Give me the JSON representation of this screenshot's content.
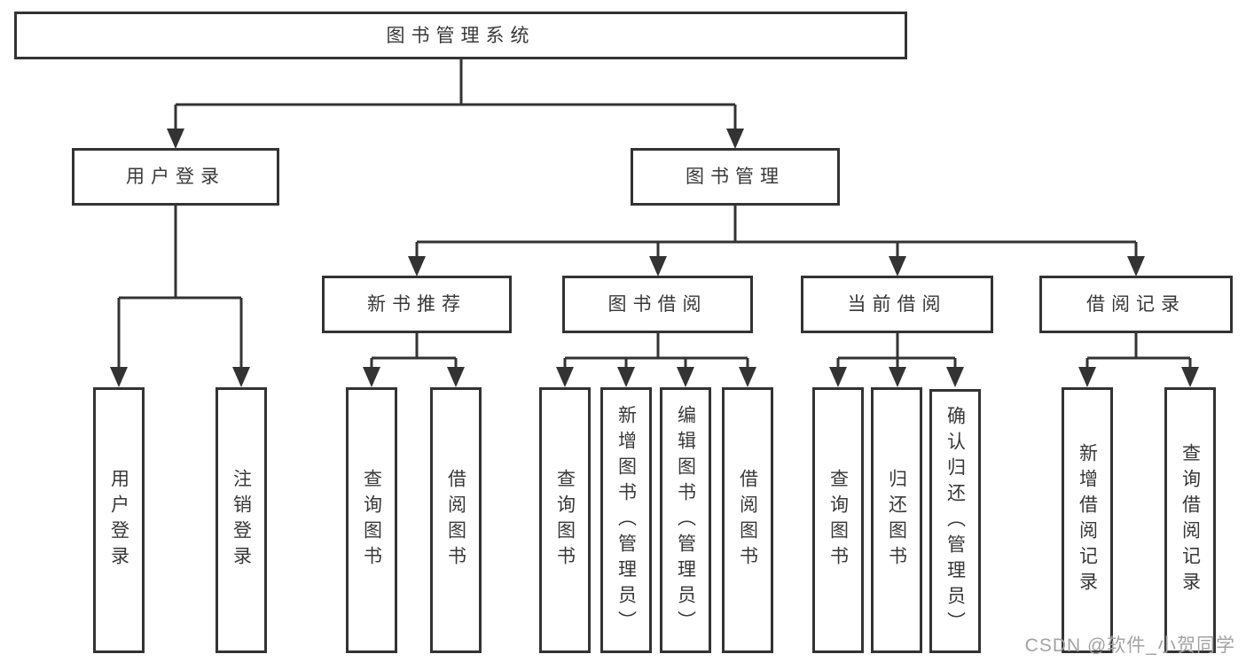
{
  "diagram": {
    "type": "hierarchy-tree",
    "root": {
      "label": "图书管理系统"
    },
    "level2": [
      {
        "label": "用户登录",
        "parent": "图书管理系统"
      },
      {
        "label": "图书管理",
        "parent": "图书管理系统"
      }
    ],
    "level3": [
      {
        "label": "新书推荐",
        "parent": "图书管理"
      },
      {
        "label": "图书借阅",
        "parent": "图书管理"
      },
      {
        "label": "当前借阅",
        "parent": "图书管理"
      },
      {
        "label": "借阅记录",
        "parent": "图书管理"
      }
    ],
    "leaves": [
      {
        "label": "用户登录",
        "parent": "用户登录"
      },
      {
        "label": "注销登录",
        "parent": "用户登录"
      },
      {
        "label": "查询图书",
        "parent": "新书推荐"
      },
      {
        "label": "借阅图书",
        "parent": "新书推荐"
      },
      {
        "label": "查询图书",
        "parent": "图书借阅"
      },
      {
        "label": "新增图书（管理员）",
        "parent": "图书借阅"
      },
      {
        "label": "编辑图书（管理员）",
        "parent": "图书借阅"
      },
      {
        "label": "借阅图书",
        "parent": "图书借阅"
      },
      {
        "label": "查询图书",
        "parent": "当前借阅"
      },
      {
        "label": "归还图书",
        "parent": "当前借阅"
      },
      {
        "label": "确认归还（管理员）",
        "parent": "当前借阅"
      },
      {
        "label": "新增借阅记录",
        "parent": "借阅记录"
      },
      {
        "label": "查询借阅记录",
        "parent": "借阅记录"
      }
    ]
  },
  "watermark": {
    "text": "CSDN @软件_小贺同学"
  },
  "colors": {
    "line": "#333333",
    "text": "#383838",
    "background": "#ffffff",
    "watermark": "#a3a3a3"
  }
}
